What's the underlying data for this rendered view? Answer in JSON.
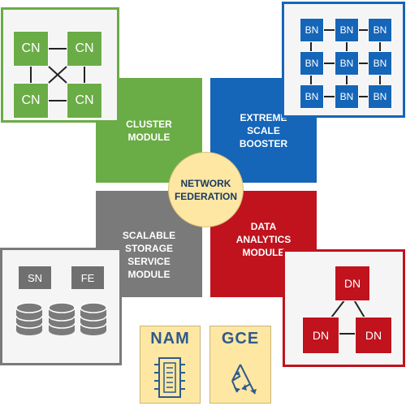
{
  "modules": {
    "cluster": [
      "CLUSTER",
      "MODULE"
    ],
    "booster": [
      "EXTREME",
      "SCALE",
      "BOOSTER"
    ],
    "storage": [
      "SCALABLE",
      "STORAGE",
      "SERVICE",
      "MODULE"
    ],
    "analytics": [
      "DATA",
      "ANALYTICS",
      "MODULE"
    ]
  },
  "network": [
    "NETWORK",
    "FEDERATION"
  ],
  "cluster_nodes": [
    "CN",
    "CN",
    "CN",
    "CN"
  ],
  "booster_nodes": [
    "BN",
    "BN",
    "BN",
    "BN",
    "BN",
    "BN",
    "BN",
    "BN",
    "BN"
  ],
  "storage_nodes": [
    "SN",
    "FE"
  ],
  "data_nodes": [
    "DN",
    "DN",
    "DN"
  ],
  "legend": {
    "nam": "NAM",
    "gce": "GCE"
  },
  "colors": {
    "cluster": "#6aac46",
    "booster": "#1565b8",
    "storage": "#7a7a7a",
    "analytics": "#c0131e",
    "federation": "#fde7a3"
  }
}
